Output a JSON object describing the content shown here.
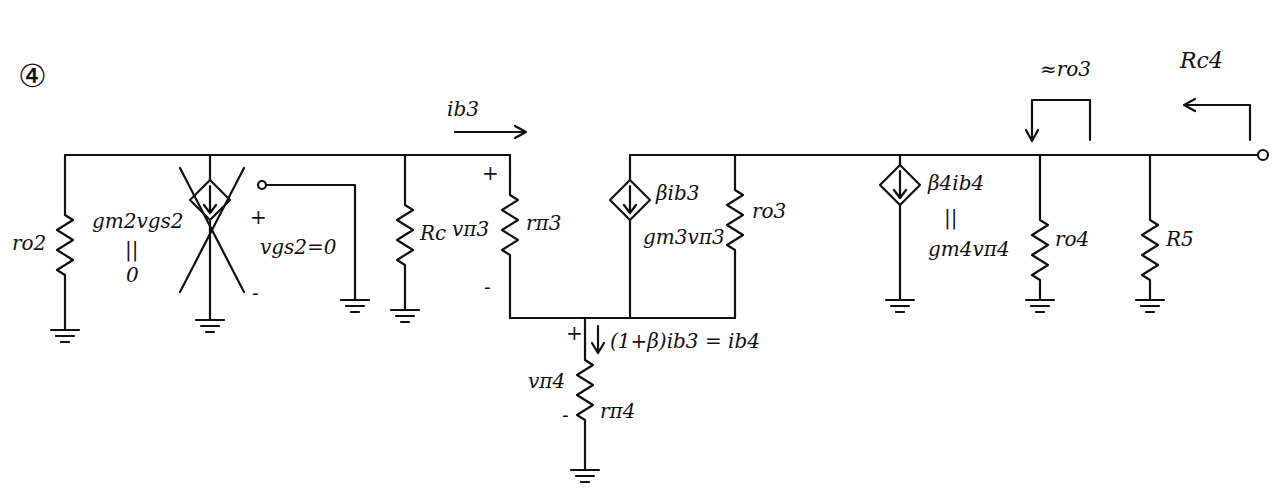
{
  "diagram": {
    "labels": [
      "④",
      "ib3",
      "≈ro3",
      "Rc4",
      "ro2",
      "gm2vgs2",
      "||",
      "0",
      "+",
      "vgs2=0",
      "-",
      "Rc",
      "+",
      "vπ3",
      "-",
      "rπ3",
      "βib3",
      "gm3vπ3",
      "ro3",
      "+",
      "(1+β)ib3 = ib4",
      "vπ4",
      "-",
      "rπ4",
      "β4ib4",
      "||",
      "gm4vπ4",
      "ro4",
      "R5"
    ]
  }
}
